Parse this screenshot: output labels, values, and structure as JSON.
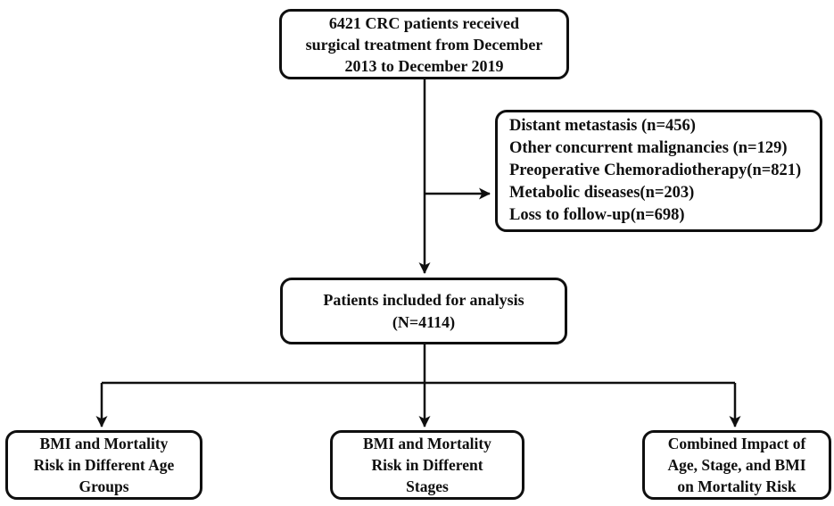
{
  "diagram": {
    "title": "CRC patient study flowchart",
    "top_box": {
      "lines": [
        "6421 CRC patients received",
        "surgical treatment from December",
        "2013 to December 2019"
      ]
    },
    "exclusion_box": {
      "lines": [
        "Distant metastasis (n=456)",
        "Other concurrent malignancies (n=129)",
        "Preoperative Chemoradiotherapy(n=821)",
        "Metabolic diseases(n=203)",
        "Loss to follow-up(n=698)"
      ]
    },
    "included_box": {
      "lines": [
        "Patients included for analysis",
        "(N=4114)"
      ]
    },
    "bottom_boxes": [
      {
        "lines": [
          "BMI and Mortality",
          "Risk in Different Age",
          "Groups"
        ]
      },
      {
        "lines": [
          "BMI and Mortality",
          "Risk in Different",
          "Stages"
        ]
      },
      {
        "lines": [
          "Combined Impact of",
          "Age, Stage, and BMI",
          "on Mortality Risk"
        ]
      }
    ],
    "colors": {
      "border": "#0f0f0f",
      "line": "#0f0f0f",
      "text": "#0f0f0f",
      "background": "#ffffff"
    }
  }
}
